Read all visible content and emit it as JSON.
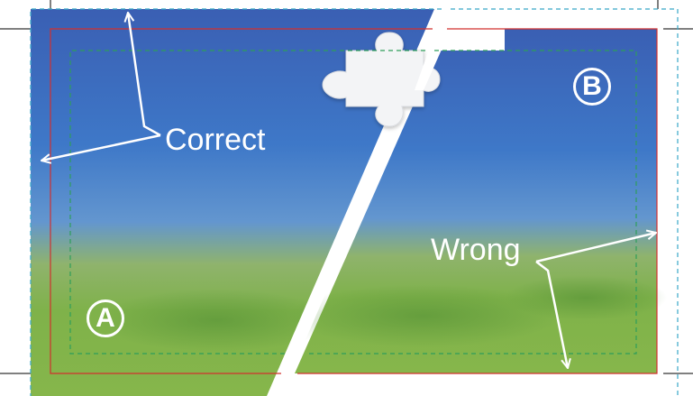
{
  "annotations": {
    "correct_label": "Correct",
    "wrong_label": "Wrong"
  },
  "panels": {
    "a_label": "A",
    "b_label": "B"
  },
  "colors": {
    "sky_top": "#3a63b4",
    "sky_mid": "#3f78c6",
    "sky_low": "#6a9ad0",
    "grass": "#7fb24a",
    "grass_dark": "#5e9a3a",
    "trim_line": "#d2302e",
    "safe_line": "#2e9e5a",
    "bleed_line": "#38a8c8",
    "annotation": "#ffffff"
  },
  "icons": {
    "puzzle": "puzzle-piece-icon"
  }
}
